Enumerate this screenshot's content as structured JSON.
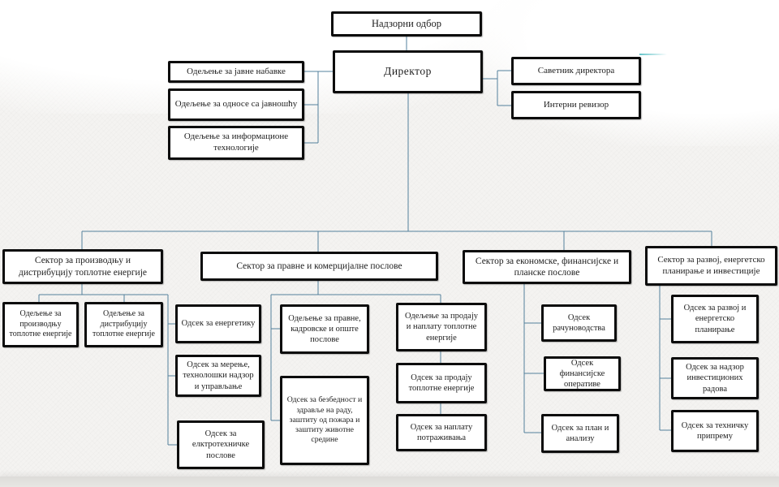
{
  "diagram": {
    "type": "org-chart",
    "language": "sr-Cyrl",
    "colors": {
      "box_border": "#0c0c0c",
      "box_fill": "#ffffff",
      "connector": "#53809c",
      "background": "#f4f3f1",
      "bottom_band": "#e0dfdc",
      "accent": "#4abac0"
    },
    "nodes": {
      "nadzorni_odbor": {
        "label": "Надзорни одбор"
      },
      "direktor": {
        "label": "Директор"
      },
      "savetnik": {
        "label": "Саветник директора"
      },
      "interni_revizor": {
        "label": "Интерни ревизор"
      },
      "javne_nabavke": {
        "label": "Одељење за јавне набавке"
      },
      "odnosi_javnost": {
        "label": "Одељење за  односе са јавношћу"
      },
      "informacione": {
        "label": "Одељење за информационе технологије"
      },
      "sektor_proizvodnja": {
        "label": "Сектор за производњу  и дистрибуцију топлотне енергије"
      },
      "sektor_pravni": {
        "label": "Сектор за правне и комерцијалне послове"
      },
      "sektor_ekonomski": {
        "label": "Сектор за економске, финансијске и планске послове"
      },
      "sektor_razvoj": {
        "label": "Сектор за  развој, енергетско планирање и инвестиције"
      },
      "odeljenje_proizvodnja": {
        "label": "Одељење за производњу топлотне енергије"
      },
      "odeljenje_distribucija": {
        "label": "Одељење за дистрибуцију топлотне енергије"
      },
      "odsek_energetika": {
        "label": "Одсек за енергетику"
      },
      "odsek_merenje": {
        "label": "Одсек  за мерење, технолошки надзор и управљање"
      },
      "odsek_elektro": {
        "label": "Одсек  за елктротехничке послове"
      },
      "odeljenje_pravne": {
        "label": "Одељење за правне, кадровске и опште послове"
      },
      "odsek_bezbednost": {
        "label": "Одсек за безбедност и здравље на раду, заштиту од пожара и заштиту животне средине"
      },
      "odeljenje_prodaja": {
        "label": "Одељење за продају и наплату топлотне енергије"
      },
      "odsek_prodaja": {
        "label": "Одсек за  продају топлотне енергије"
      },
      "odsek_naplata": {
        "label": "Одсек  за наплату потраживања"
      },
      "odsek_racunovodstvo": {
        "label": "Одсек рачуноводства"
      },
      "odsek_fin_operative": {
        "label": "Одсек финансијске оперативе"
      },
      "odsek_plan": {
        "label": "Одсек за план и анализу"
      },
      "odsek_razvoj_plan": {
        "label": "Одсек за развој и енергетско планирање"
      },
      "odsek_nadzor_inv": {
        "label": "Одсек  за  надзор инвестиционих радова"
      },
      "odsek_tehnicka": {
        "label": "Одсек  за техничку припрему"
      }
    }
  }
}
